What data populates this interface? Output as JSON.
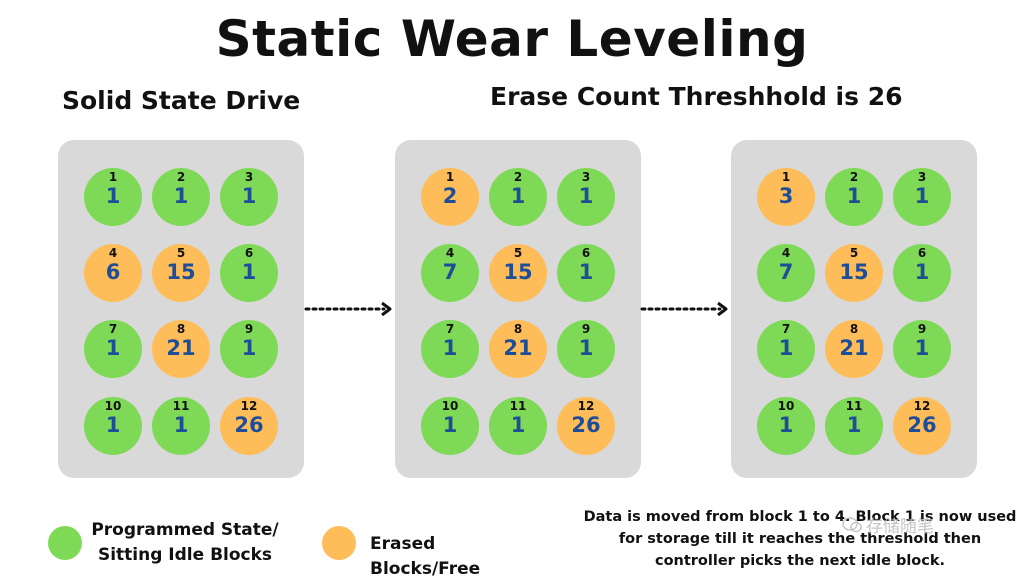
{
  "title": "Static Wear Leveling",
  "subtitle_left": "Solid State Drive",
  "subtitle_right": "Erase Count Threshhold is 26",
  "colors": {
    "programmed": "#7ed957",
    "erased": "#ffbd59",
    "panel": "#d9d9d9",
    "count_text": "#1f4e99"
  },
  "panels": [
    {
      "blocks": [
        {
          "id": "1",
          "count": "1",
          "state": "programmed"
        },
        {
          "id": "2",
          "count": "1",
          "state": "programmed"
        },
        {
          "id": "3",
          "count": "1",
          "state": "programmed"
        },
        {
          "id": "4",
          "count": "6",
          "state": "erased"
        },
        {
          "id": "5",
          "count": "15",
          "state": "erased"
        },
        {
          "id": "6",
          "count": "1",
          "state": "programmed"
        },
        {
          "id": "7",
          "count": "1",
          "state": "programmed"
        },
        {
          "id": "8",
          "count": "21",
          "state": "erased"
        },
        {
          "id": "9",
          "count": "1",
          "state": "programmed"
        },
        {
          "id": "10",
          "count": "1",
          "state": "programmed"
        },
        {
          "id": "11",
          "count": "1",
          "state": "programmed"
        },
        {
          "id": "12",
          "count": "26",
          "state": "erased"
        }
      ]
    },
    {
      "blocks": [
        {
          "id": "1",
          "count": "2",
          "state": "erased"
        },
        {
          "id": "2",
          "count": "1",
          "state": "programmed"
        },
        {
          "id": "3",
          "count": "1",
          "state": "programmed"
        },
        {
          "id": "4",
          "count": "7",
          "state": "programmed"
        },
        {
          "id": "5",
          "count": "15",
          "state": "erased"
        },
        {
          "id": "6",
          "count": "1",
          "state": "programmed"
        },
        {
          "id": "7",
          "count": "1",
          "state": "programmed"
        },
        {
          "id": "8",
          "count": "21",
          "state": "erased"
        },
        {
          "id": "9",
          "count": "1",
          "state": "programmed"
        },
        {
          "id": "10",
          "count": "1",
          "state": "programmed"
        },
        {
          "id": "11",
          "count": "1",
          "state": "programmed"
        },
        {
          "id": "12",
          "count": "26",
          "state": "erased"
        }
      ]
    },
    {
      "blocks": [
        {
          "id": "1",
          "count": "3",
          "state": "erased"
        },
        {
          "id": "2",
          "count": "1",
          "state": "programmed"
        },
        {
          "id": "3",
          "count": "1",
          "state": "programmed"
        },
        {
          "id": "4",
          "count": "7",
          "state": "programmed"
        },
        {
          "id": "5",
          "count": "15",
          "state": "erased"
        },
        {
          "id": "6",
          "count": "1",
          "state": "programmed"
        },
        {
          "id": "7",
          "count": "1",
          "state": "programmed"
        },
        {
          "id": "8",
          "count": "21",
          "state": "erased"
        },
        {
          "id": "9",
          "count": "1",
          "state": "programmed"
        },
        {
          "id": "10",
          "count": "1",
          "state": "programmed"
        },
        {
          "id": "11",
          "count": "1",
          "state": "programmed"
        },
        {
          "id": "12",
          "count": "26",
          "state": "erased"
        }
      ]
    }
  ],
  "legend": {
    "programmed_line1": "Programmed State/",
    "programmed_line2": "Sitting Idle Blocks",
    "erased": "Erased Blocks/Free"
  },
  "note": {
    "line1": "Data is moved from block 1 to 4. Block 1 is now used",
    "line2": "for storage till it reaches the threshold then",
    "line3": "controller picks the next idle block."
  },
  "watermark": "存储随笔"
}
